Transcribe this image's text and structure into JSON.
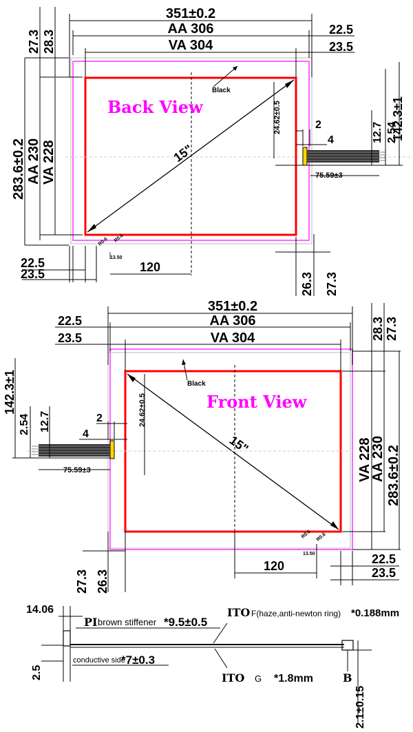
{
  "back": {
    "view_label": "Back View",
    "outline": "351±0.2",
    "aa": "AA 306",
    "va": "VA 304",
    "aa_left": "22.5",
    "va_left": "23.5",
    "top_27": "27.3",
    "top_28": "28.3",
    "height": "283.6±0.2",
    "aa_h": "AA 230",
    "va_h": "VA 228",
    "color_label": "Black",
    "diagonal": "15\"",
    "tail_offset": "24.62±0.5",
    "tail_2": "2",
    "tail_4": "4",
    "tail_127": "12.7",
    "tail_142": "142.3±1",
    "tail_254": "2.54",
    "tail_len": "75.59±3",
    "bot_225": "22.5",
    "bot_235": "23.5",
    "bot_120": "120",
    "bot_263": "26.3",
    "bot_273": "27.3",
    "corner_a": "R0.6",
    "corner_b": "R0.6",
    "corner_w": "13.50"
  },
  "front": {
    "view_label": "Front View",
    "outline": "351±0.2",
    "aa": "AA 306",
    "va": "VA 304",
    "aa_left": "22.5",
    "va_left": "23.5",
    "right_283": "28.3",
    "right_273": "27.3",
    "height": "283.6±0.2",
    "aa_h": "AA 230",
    "va_h": "VA 228",
    "color_label": "Black",
    "diagonal": "15\"",
    "tail_offset": "24.62±0.5",
    "tail_2": "2",
    "tail_4": "4",
    "tail_127": "12.7",
    "tail_142": "142.3±1",
    "tail_254": "2.54",
    "tail_len": "75.59±3",
    "bot_273": "27.3",
    "bot_263": "26.3",
    "bot_120": "120",
    "bot_225": "22.5",
    "bot_235": "23.5",
    "corner_a": "R0.6",
    "corner_b": "R0.6",
    "corner_w": "13.50"
  },
  "section": {
    "dim_1406": "14.06",
    "pi_prefix": "PI",
    "pi_text": "brown stiffener",
    "pi_value": "*9.5±0.5",
    "itof_prefix": "ITO",
    "itof_text": "F(haze,anti-newton ring)",
    "itof_value": "*0.188mm",
    "conductive_text": "conductive side",
    "conductive_value": "*7±0.3",
    "dim_25": "2.5",
    "itog_prefix": "ITO",
    "itog_g": "G",
    "itog_value": "*1.8mm",
    "b_label": "B",
    "dim_21": "2.1±0.15"
  },
  "colors": {
    "va_border": "#ff0000",
    "aa_border": "#ff66ff",
    "lines": "#000000",
    "fpc": "#ffd700"
  }
}
